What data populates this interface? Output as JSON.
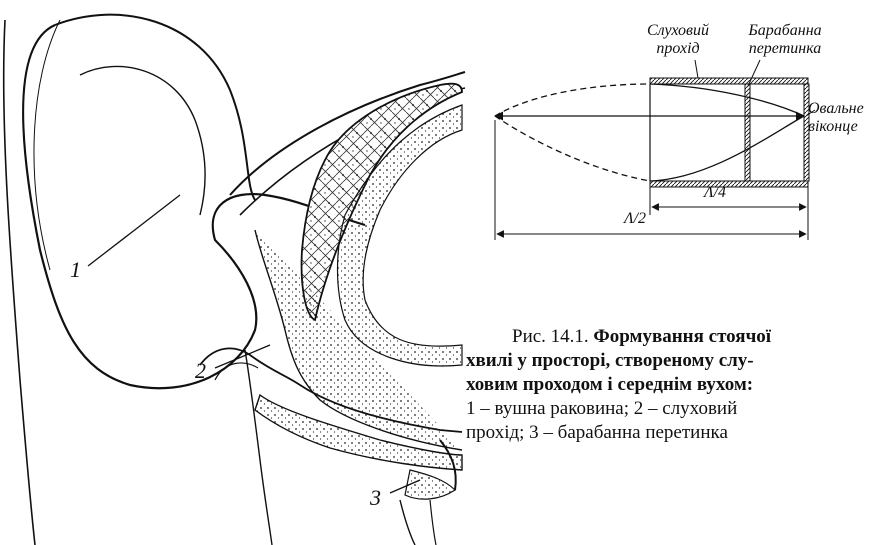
{
  "ear_figure": {
    "labels": [
      "1",
      "2",
      "3"
    ]
  },
  "diagram": {
    "canal_label": [
      "Слуховий",
      "прохід"
    ],
    "eardrum_label": [
      "Барабанна",
      "перетинка"
    ],
    "oval_window_label": [
      "Овальне",
      "віконце"
    ],
    "quarter_wave_label": "Λ/4",
    "half_wave_label": "Λ/2"
  },
  "caption": {
    "line1_prefix": "Рис. 14.1. ",
    "line1_bold": "Формування стоячої",
    "line2_bold": "хвилі у просторі, створеному слу-",
    "line3_bold": "ховим проходом і середнім вухом:",
    "line4": "1 – вушна раковина; 2 – слуховий",
    "line5": "прохід; 3 – барабанна перетинка"
  }
}
